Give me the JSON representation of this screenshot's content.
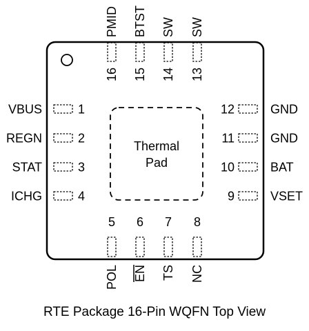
{
  "package": {
    "caption": "RTE Package 16-Pin WQFN Top View",
    "thermal_pad": [
      "Thermal",
      "Pad"
    ]
  },
  "pins": {
    "top": [
      {
        "number": "16",
        "name": "PMID"
      },
      {
        "number": "15",
        "name": "BTST"
      },
      {
        "number": "14",
        "name": "SW"
      },
      {
        "number": "13",
        "name": "SW"
      }
    ],
    "left": [
      {
        "number": "1",
        "name": "VBUS"
      },
      {
        "number": "2",
        "name": "REGN"
      },
      {
        "number": "3",
        "name": "STAT"
      },
      {
        "number": "4",
        "name": "ICHG"
      }
    ],
    "right": [
      {
        "number": "12",
        "name": "GND"
      },
      {
        "number": "11",
        "name": "GND"
      },
      {
        "number": "10",
        "name": "BAT"
      },
      {
        "number": "9",
        "name": "VSET"
      }
    ],
    "bottom": [
      {
        "number": "5",
        "name": "POL",
        "overbar": false
      },
      {
        "number": "6",
        "name": "EN",
        "overbar": true
      },
      {
        "number": "7",
        "name": "TS",
        "overbar": false
      },
      {
        "number": "8",
        "name": "NC",
        "overbar": false
      }
    ]
  }
}
